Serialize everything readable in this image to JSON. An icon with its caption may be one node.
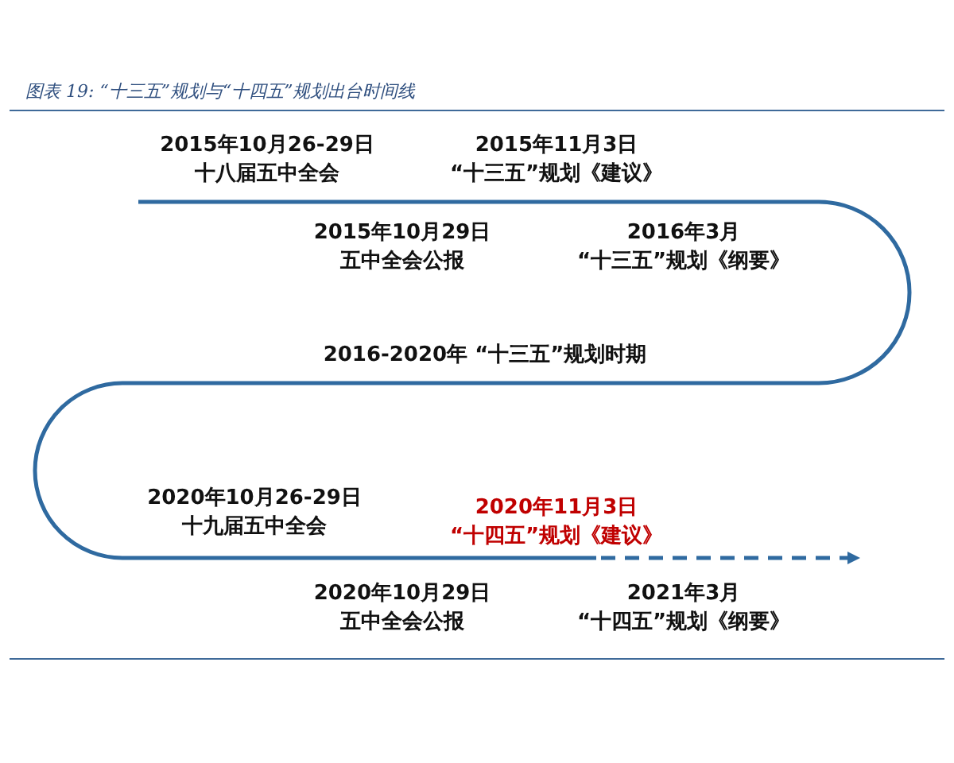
{
  "diagram": {
    "title": "图表 19:  “十三五”规划与“十四五”规划出台时间线",
    "labels": [
      "2015年10月26-29日",
      "十八届五中全会",
      "2015年11月3日",
      "“十三五”规划《建议》",
      "2015年10月29日",
      "五中全会公报",
      "2016年3月",
      "“十三五”规划《纲要》",
      "2016-2020年 “十三五”规划时期",
      "2020年10月26-29日",
      "十九届五中全会",
      "2020年11月3日",
      "“十四五”规划《建议》",
      "2020年10月29日",
      "五中全会公报",
      "2021年3月",
      "“十四五”规划《纲要》"
    ]
  }
}
